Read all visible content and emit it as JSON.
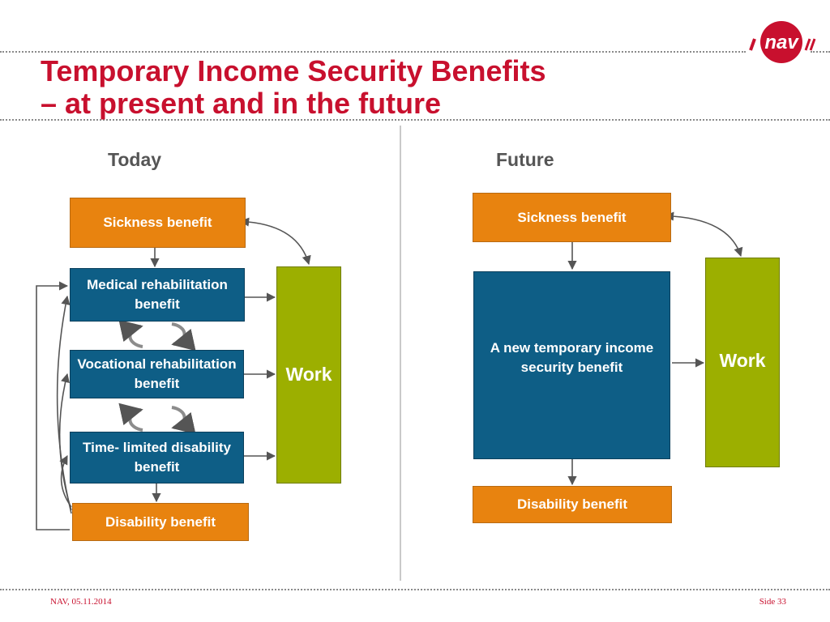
{
  "slide": {
    "title_line1": "Temporary Income Security Benefits",
    "title_line2": "– at present and in the future",
    "logo_text": "nav",
    "footer_left": "NAV, 05.11.2014",
    "footer_right": "Side 33"
  },
  "colors": {
    "title": "#c8102e",
    "orange": "#e8830f",
    "blue": "#0e5e86",
    "green": "#9caf00",
    "arrow": "#555555"
  },
  "today": {
    "heading": "Today",
    "sickness": "Sickness benefit",
    "medical": "Medical rehabilitation benefit",
    "vocational": "Vocational rehabilitation benefit",
    "time_limited": "Time- limited disability benefit",
    "disability": "Disability benefit",
    "work": "Work"
  },
  "future": {
    "heading": "Future",
    "sickness": "Sickness benefit",
    "new_benefit": "A new temporary income security benefit",
    "disability": "Disability benefit",
    "work": "Work"
  }
}
